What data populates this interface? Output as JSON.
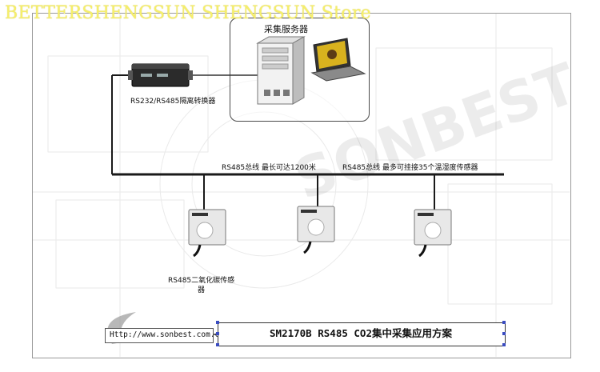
{
  "watermark": "BETTERSHENGSUN SHENGSUN Store",
  "server_box": {
    "title": "采集服务器"
  },
  "converter": {
    "label": "RS232/RS485隔离转换器"
  },
  "bus": {
    "label_left": "RS485总线    最长可达1200米",
    "label_right": "RS485总线    最多可挂接35个温湿度传感器"
  },
  "sensor": {
    "label_line1": "RS485二氧化碳传感",
    "label_line2": "器"
  },
  "footer": {
    "url": "Http://www.sonbest.com.cn",
    "title": "SM2170B RS485 CO2集中采集应用方案"
  },
  "colors": {
    "bus_line": "#1a1a1a",
    "watermark": "#f6ef6a",
    "handle": "#3a4cc0"
  }
}
